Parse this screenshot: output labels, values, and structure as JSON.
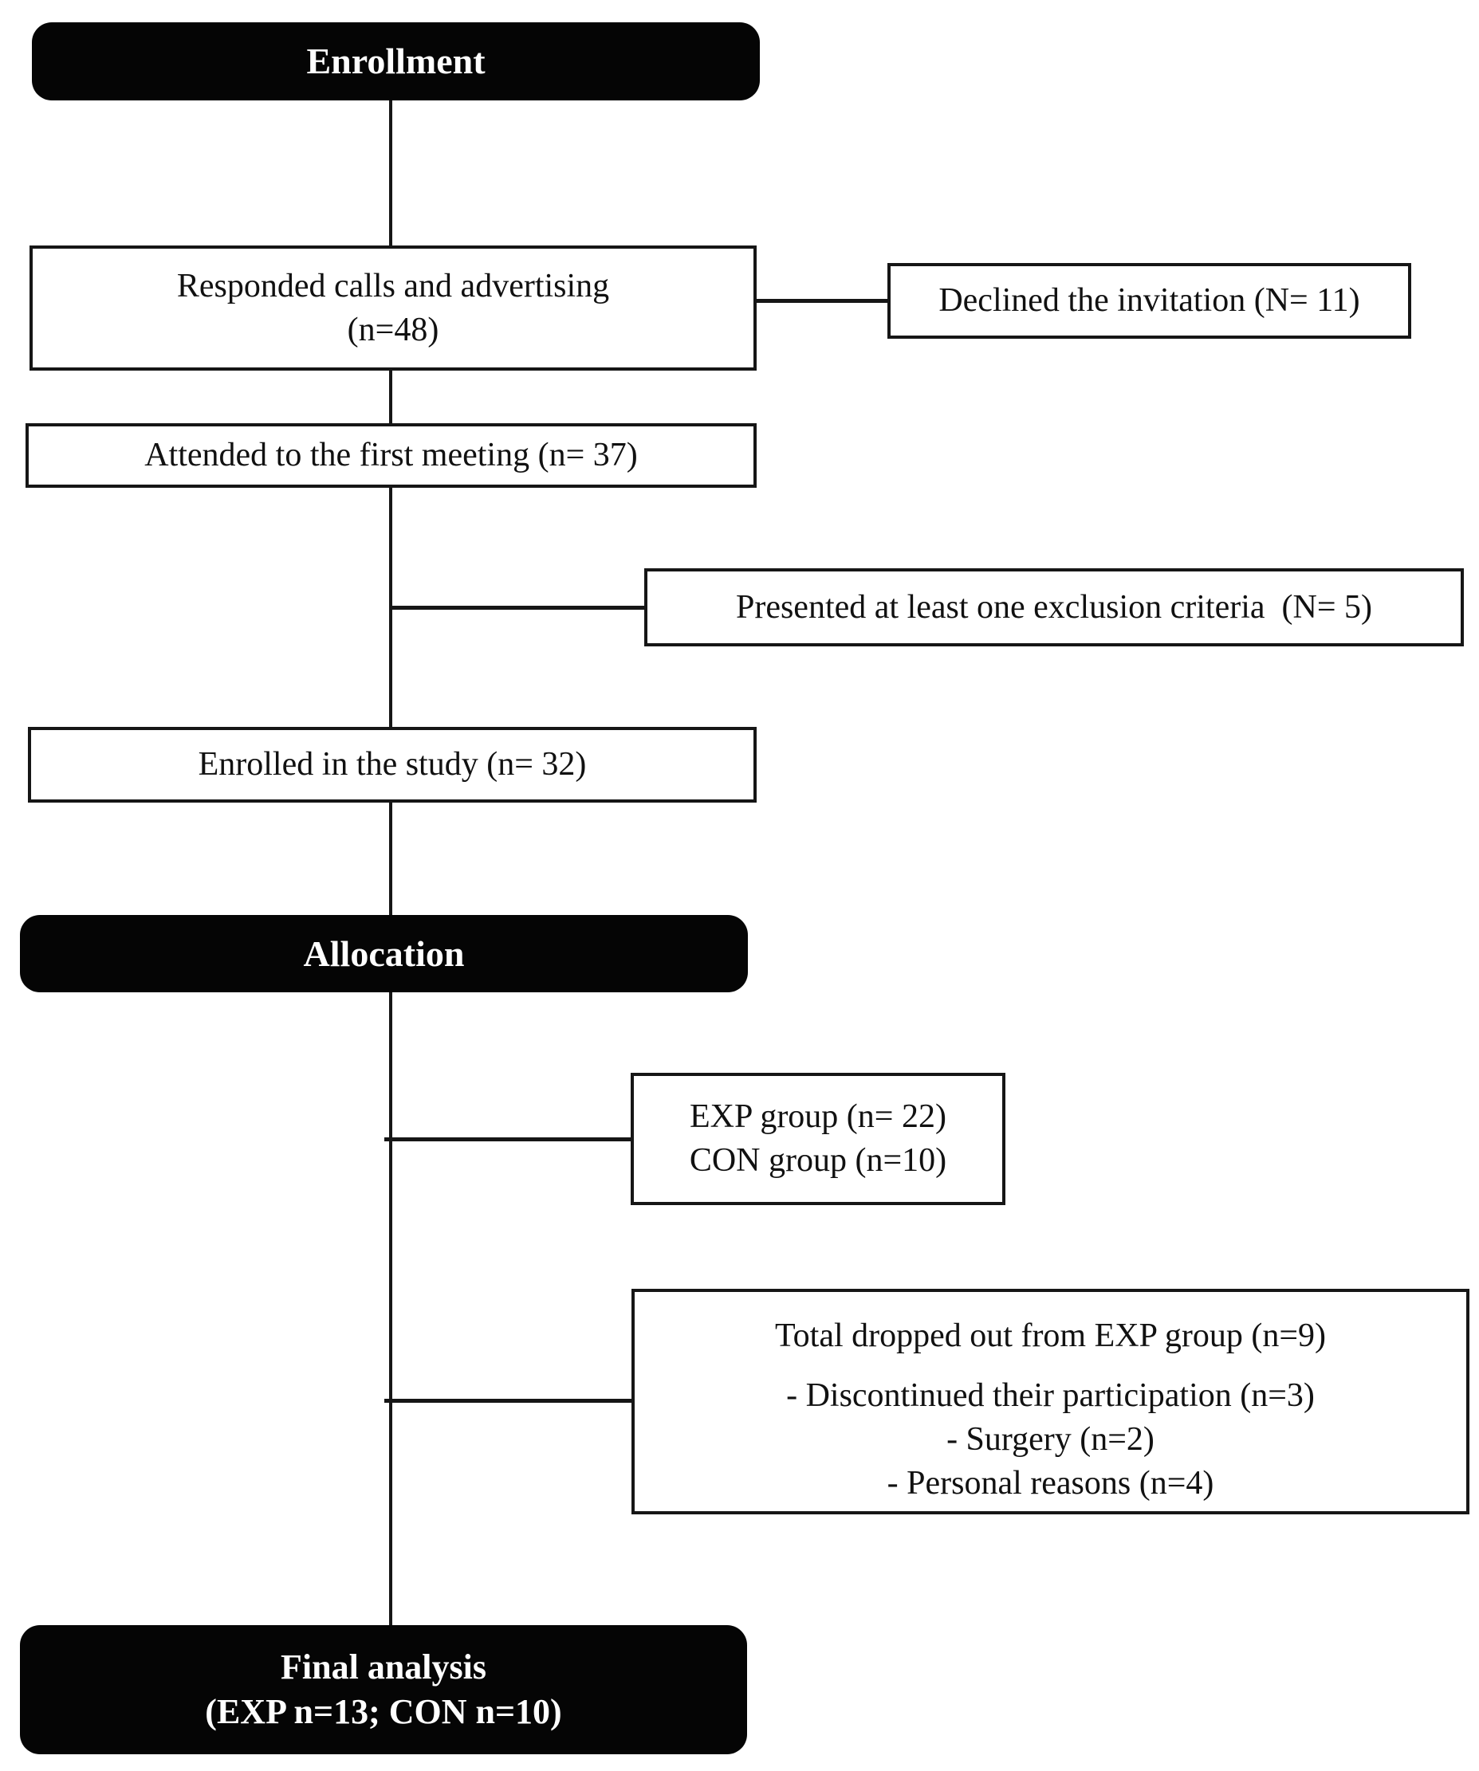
{
  "diagram": {
    "stages": {
      "enrollment": {
        "label": "Enrollment"
      },
      "allocation": {
        "label": "Allocation"
      },
      "final": {
        "line1": "Final analysis",
        "line2": "(EXP n=13; CON n=10)"
      }
    },
    "nodes": {
      "responded": {
        "line1": "Responded calls and advertising",
        "line2": "(n=48)"
      },
      "declined": {
        "label": "Declined the invitation (N= 11)"
      },
      "attended": {
        "label": "Attended to the first meeting (n= 37)"
      },
      "excluded": {
        "label": "Presented at least one exclusion criteria  (N= 5)"
      },
      "enrolled": {
        "label": "Enrolled in the study (n= 32)"
      },
      "groups": {
        "line1": "EXP group (n= 22)",
        "line2": "CON group (n=10)"
      },
      "dropout": {
        "title": "Total dropped out from EXP group (n=9)",
        "reasons": [
          "- Discontinued their participation (n=3)",
          "- Surgery (n=2)",
          "- Personal reasons (n=4)"
        ]
      }
    },
    "colors": {
      "stage_fill": "#050505",
      "stage_text": "#ffffff",
      "box_border": "#161616",
      "box_fill": "#ffffff",
      "line": "#161616"
    }
  }
}
